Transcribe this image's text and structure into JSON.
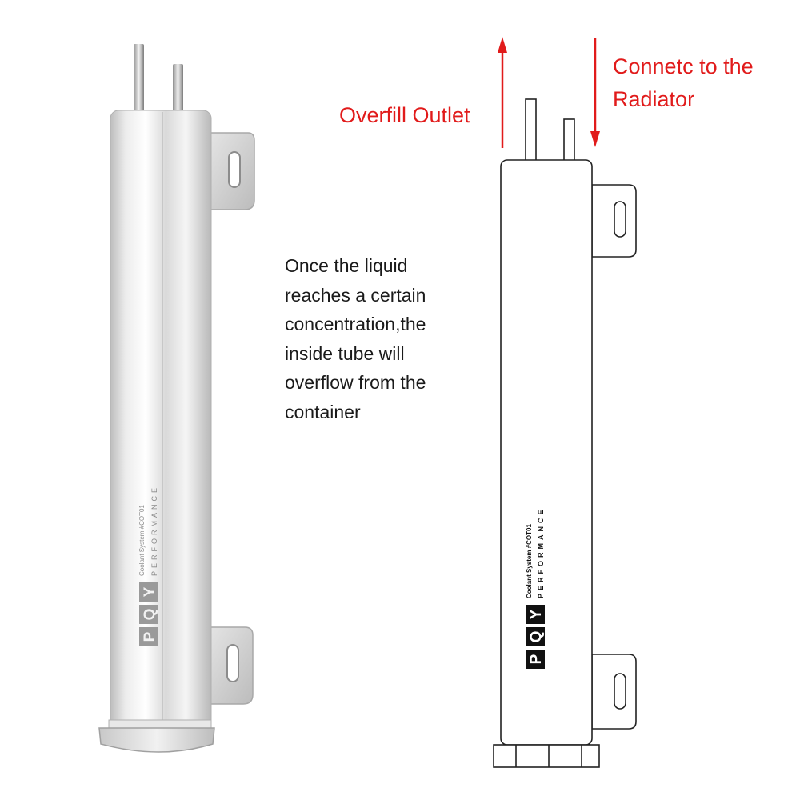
{
  "labels": {
    "overfill_outlet": "Overfill Outlet",
    "connect_line1": "Connetc to the",
    "connect_line2": "Radiator"
  },
  "description": {
    "lines": [
      "Once the liquid",
      "reaches a certain",
      "concentration,the",
      "inside tube will",
      "overflow from the",
      "container"
    ]
  },
  "product": {
    "brand_letters": [
      "P",
      "Q",
      "Y"
    ],
    "brand_sub": "PERFORMANCE",
    "model": "Coolant System #COT01"
  },
  "colors": {
    "accent_red": "#e11b1b",
    "text_dark": "#1a1a1a",
    "line_dark": "#222222",
    "steel_light": "#f4f4f4",
    "steel_mid": "#cfcfcf",
    "steel_dark": "#9a9a9a"
  }
}
